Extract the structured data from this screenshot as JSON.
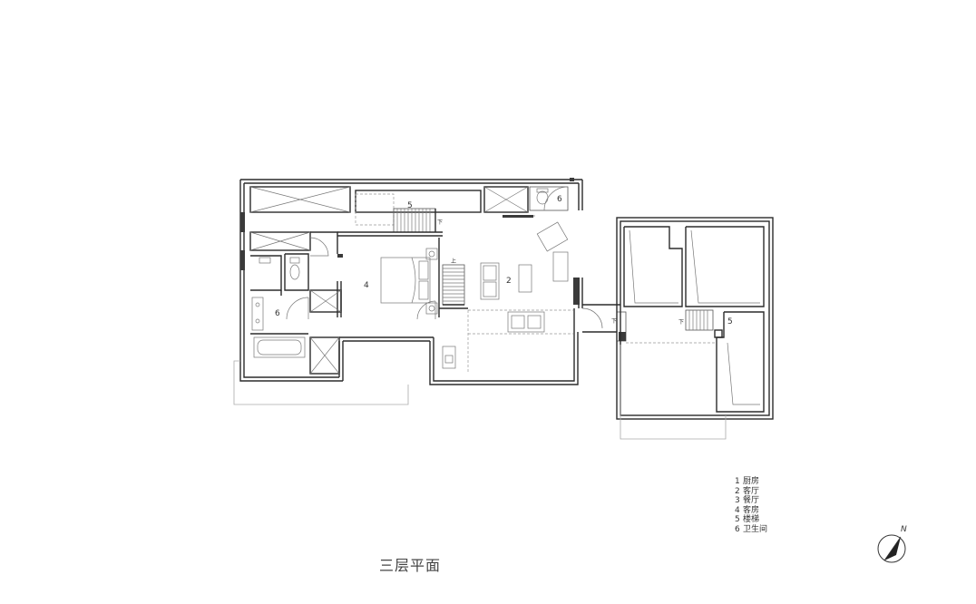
{
  "title": "三层平面",
  "legend": [
    {
      "num": "1",
      "name": "厨房"
    },
    {
      "num": "2",
      "name": "客厅"
    },
    {
      "num": "3",
      "name": "餐厅"
    },
    {
      "num": "4",
      "name": "客房"
    },
    {
      "num": "5",
      "name": "楼梯"
    },
    {
      "num": "6",
      "name": "卫生间"
    }
  ],
  "room_labels": {
    "stair_top": "5",
    "bath_top": "6",
    "living": "2",
    "guest": "4",
    "bath_left": "6",
    "stair_right": "5"
  },
  "stair_marks": {
    "down_top": "下",
    "up_mid": "上",
    "down_right_a": "下",
    "down_right_b": "下"
  },
  "compass": {
    "north_label": "N"
  }
}
